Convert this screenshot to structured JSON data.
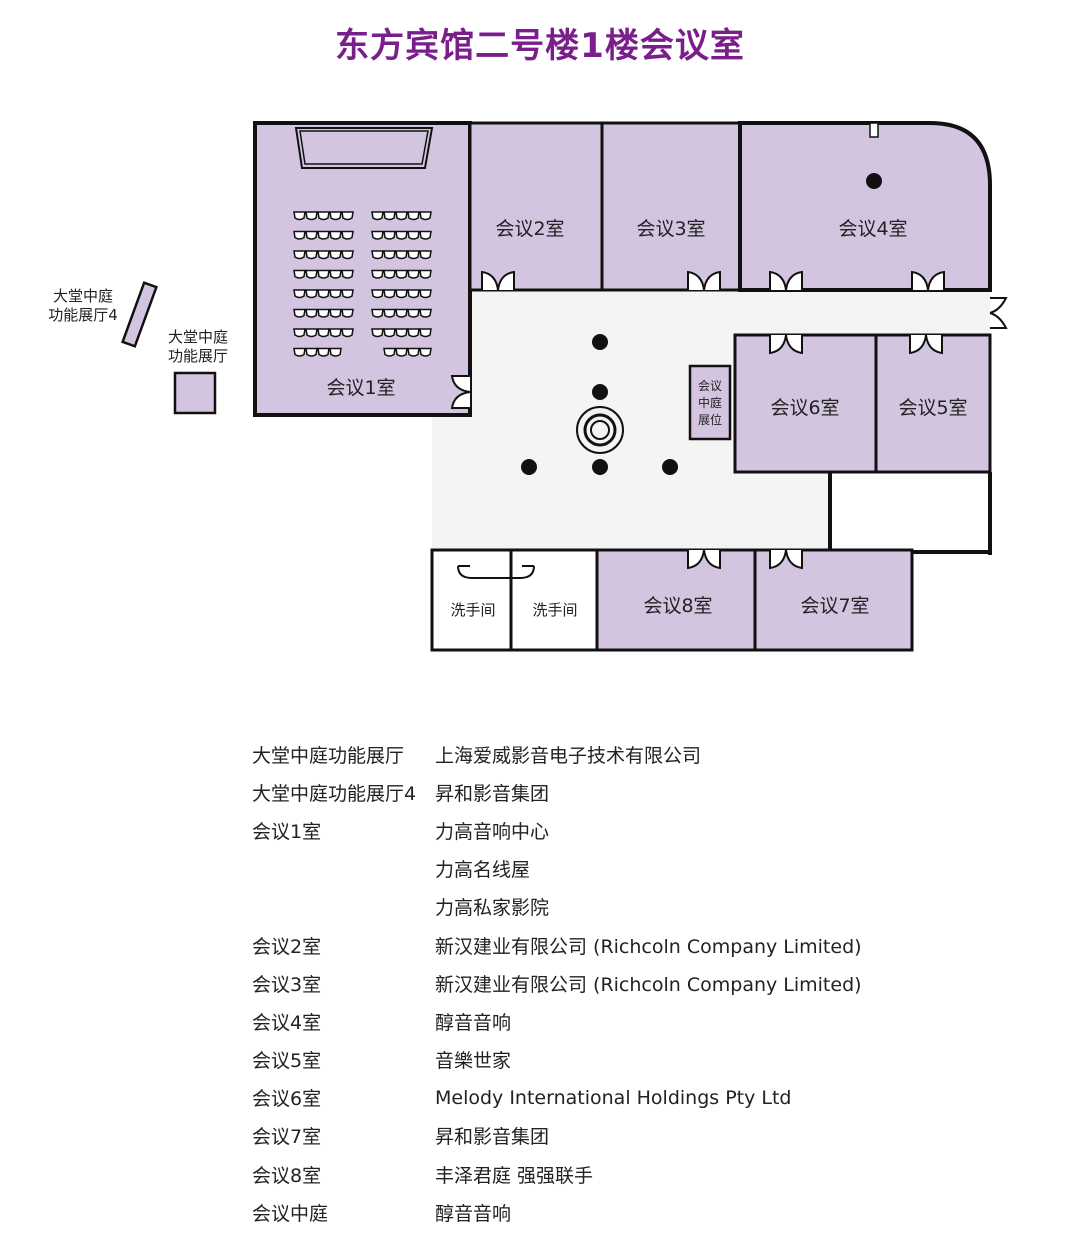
{
  "title": "东方宾馆二号楼1楼会议室",
  "colors": {
    "title": "#7a1e8c",
    "room_fill": "#d3c5e0",
    "wall": "#111111",
    "corridor": "#f4f4f4"
  },
  "plan": {
    "rooms": {
      "room1": "会议1室",
      "room2": "会议2室",
      "room3": "会议3室",
      "room4": "会议4室",
      "room5": "会议5室",
      "room6": "会议6室",
      "room7": "会议7室",
      "room8": "会议8室",
      "wc1": "洗手间",
      "wc2": "洗手间"
    },
    "atrium_booth": [
      "会议",
      "中庭",
      "展位"
    ],
    "lobby_hall_4": [
      "大堂中庭",
      "功能展厅4"
    ],
    "lobby_hall": [
      "大堂中庭",
      "功能展厅"
    ]
  },
  "legend": [
    {
      "area": "大堂中庭功能展厅",
      "exhibitor": "上海爱威影音电子技术有限公司"
    },
    {
      "area": "大堂中庭功能展厅4",
      "exhibitor": "昇和影音集团"
    },
    {
      "area": "会议1室",
      "exhibitor": "力高音响中心"
    },
    {
      "area": "",
      "exhibitor": "力高名线屋"
    },
    {
      "area": "",
      "exhibitor": "力高私家影院"
    },
    {
      "area": "会议2室",
      "exhibitor": "新汉建业有限公司 (Richcoln Company Limited)"
    },
    {
      "area": "会议3室",
      "exhibitor": "新汉建业有限公司 (Richcoln Company Limited)"
    },
    {
      "area": "会议4室",
      "exhibitor": "醇音音响"
    },
    {
      "area": "会议5室",
      "exhibitor": "音樂世家"
    },
    {
      "area": "会议6室",
      "exhibitor": "Melody International Holdings Pty Ltd"
    },
    {
      "area": "会议7室",
      "exhibitor": "昇和影音集团"
    },
    {
      "area": "会议8室",
      "exhibitor": "丰泽君庭 强强联手"
    },
    {
      "area": "会议中庭",
      "exhibitor": "醇音音响"
    }
  ]
}
